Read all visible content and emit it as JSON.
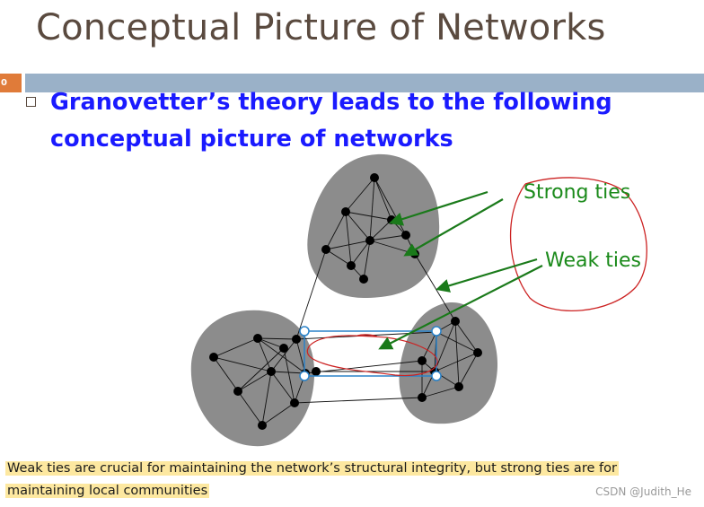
{
  "slide": {
    "title": "Conceptual Picture of Networks",
    "number": "0",
    "bullet": "Granovetter’s theory leads to the following conceptual picture of networks"
  },
  "diagram": {
    "labels": {
      "strong": "Strong ties",
      "weak": "Weak ties"
    },
    "colors": {
      "cluster_fill": "#8c8c8c",
      "arrow": "#1a7a1a",
      "label_text": "#1a8a1a",
      "ink_red": "#cc2222",
      "selection_blue": "#2a82c8"
    }
  },
  "caption": {
    "line1": "Weak ties are crucial for maintaining the network’s structural integrity, but strong ties are for",
    "line2": "maintaining local communities"
  },
  "watermark": "CSDN @Judith_He"
}
